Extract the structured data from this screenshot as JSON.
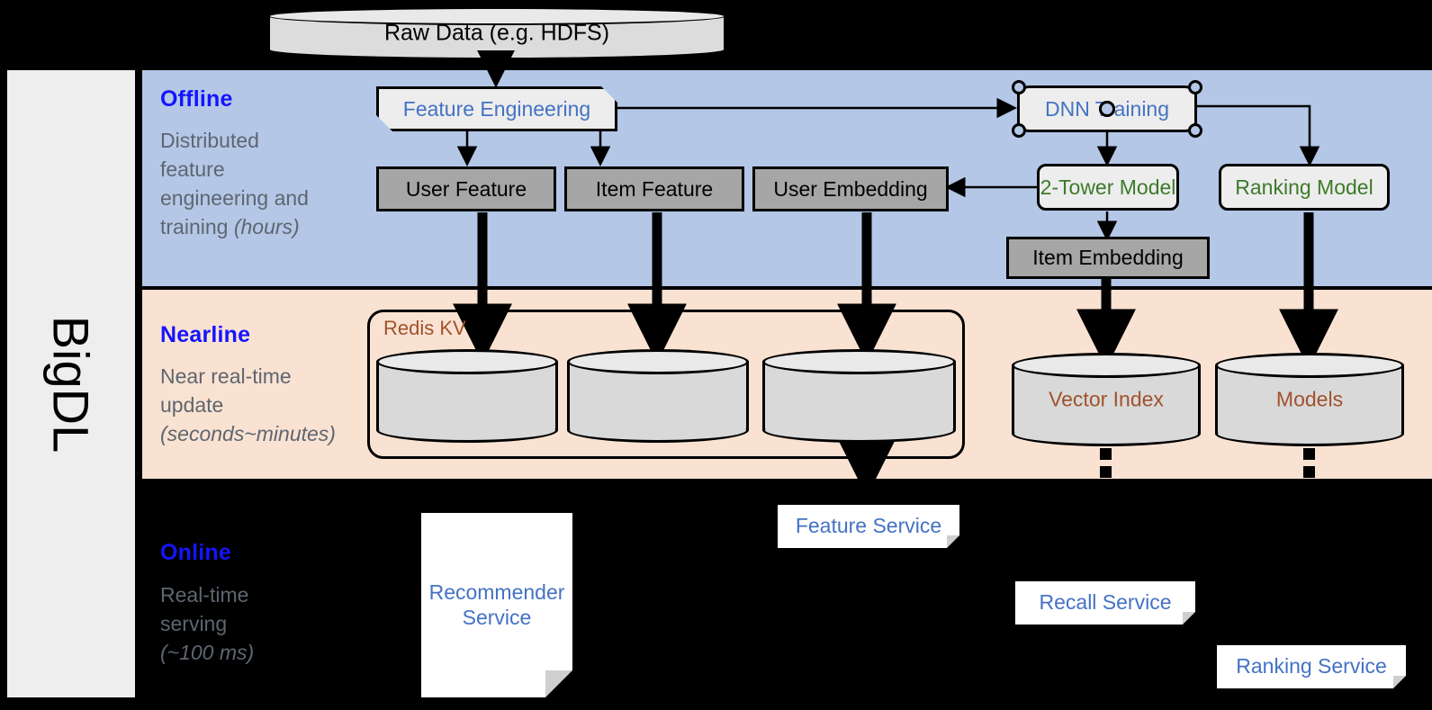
{
  "platform": {
    "name": "BigDL"
  },
  "source": {
    "label": "Raw Data (e.g. HDFS)"
  },
  "bands": [
    {
      "id": "offline",
      "title": "Offline",
      "subtitle_line1": "Distributed",
      "subtitle_line2": "feature",
      "subtitle_line3": "engineering and",
      "subtitle_line4": "training ",
      "subtitle_italic": "(hours)",
      "bg": "#b4c7e7"
    },
    {
      "id": "nearline",
      "title": "Nearline",
      "subtitle_line1": "Near real-time",
      "subtitle_line2": "update",
      "subtitle_italic": "(seconds~minutes)",
      "bg": "#fae2d2"
    },
    {
      "id": "online",
      "title": "Online",
      "subtitle_line1": "Real-time",
      "subtitle_line2": "serving",
      "subtitle_italic": "(~100 ms)",
      "bg": "#000000"
    }
  ],
  "offline": {
    "feature_engineering": "Feature Engineering",
    "dnn_training": "DNN Training",
    "user_feature": "User Feature",
    "item_feature": "Item Feature",
    "user_embedding": "User Embedding",
    "two_tower_model": "2-Tower Model",
    "ranking_model": "Ranking Model",
    "item_embedding": "Item Embedding"
  },
  "nearline": {
    "redis_kv": "Redis KV",
    "store_1": "",
    "store_2": "",
    "store_3": "",
    "vector_index": "Vector Index",
    "models": "Models"
  },
  "online": {
    "recommender_service": "Recommender Service",
    "feature_service": "Feature Service",
    "recall_service": "Recall Service",
    "ranking_service": "Ranking Service"
  },
  "colors": {
    "offline_bg": "#b4c7e7",
    "nearline_bg": "#fae2d2",
    "online_bg": "#000000",
    "band_title": "#1414ff",
    "band_sub": "#5e6670",
    "gray_box": "#a6a6a6",
    "proc_box": "#ededed",
    "blue_text": "#4472c4",
    "green_text": "#3d7a2a",
    "brown_text": "#a0522d",
    "rail_bg": "#eeeeee"
  }
}
